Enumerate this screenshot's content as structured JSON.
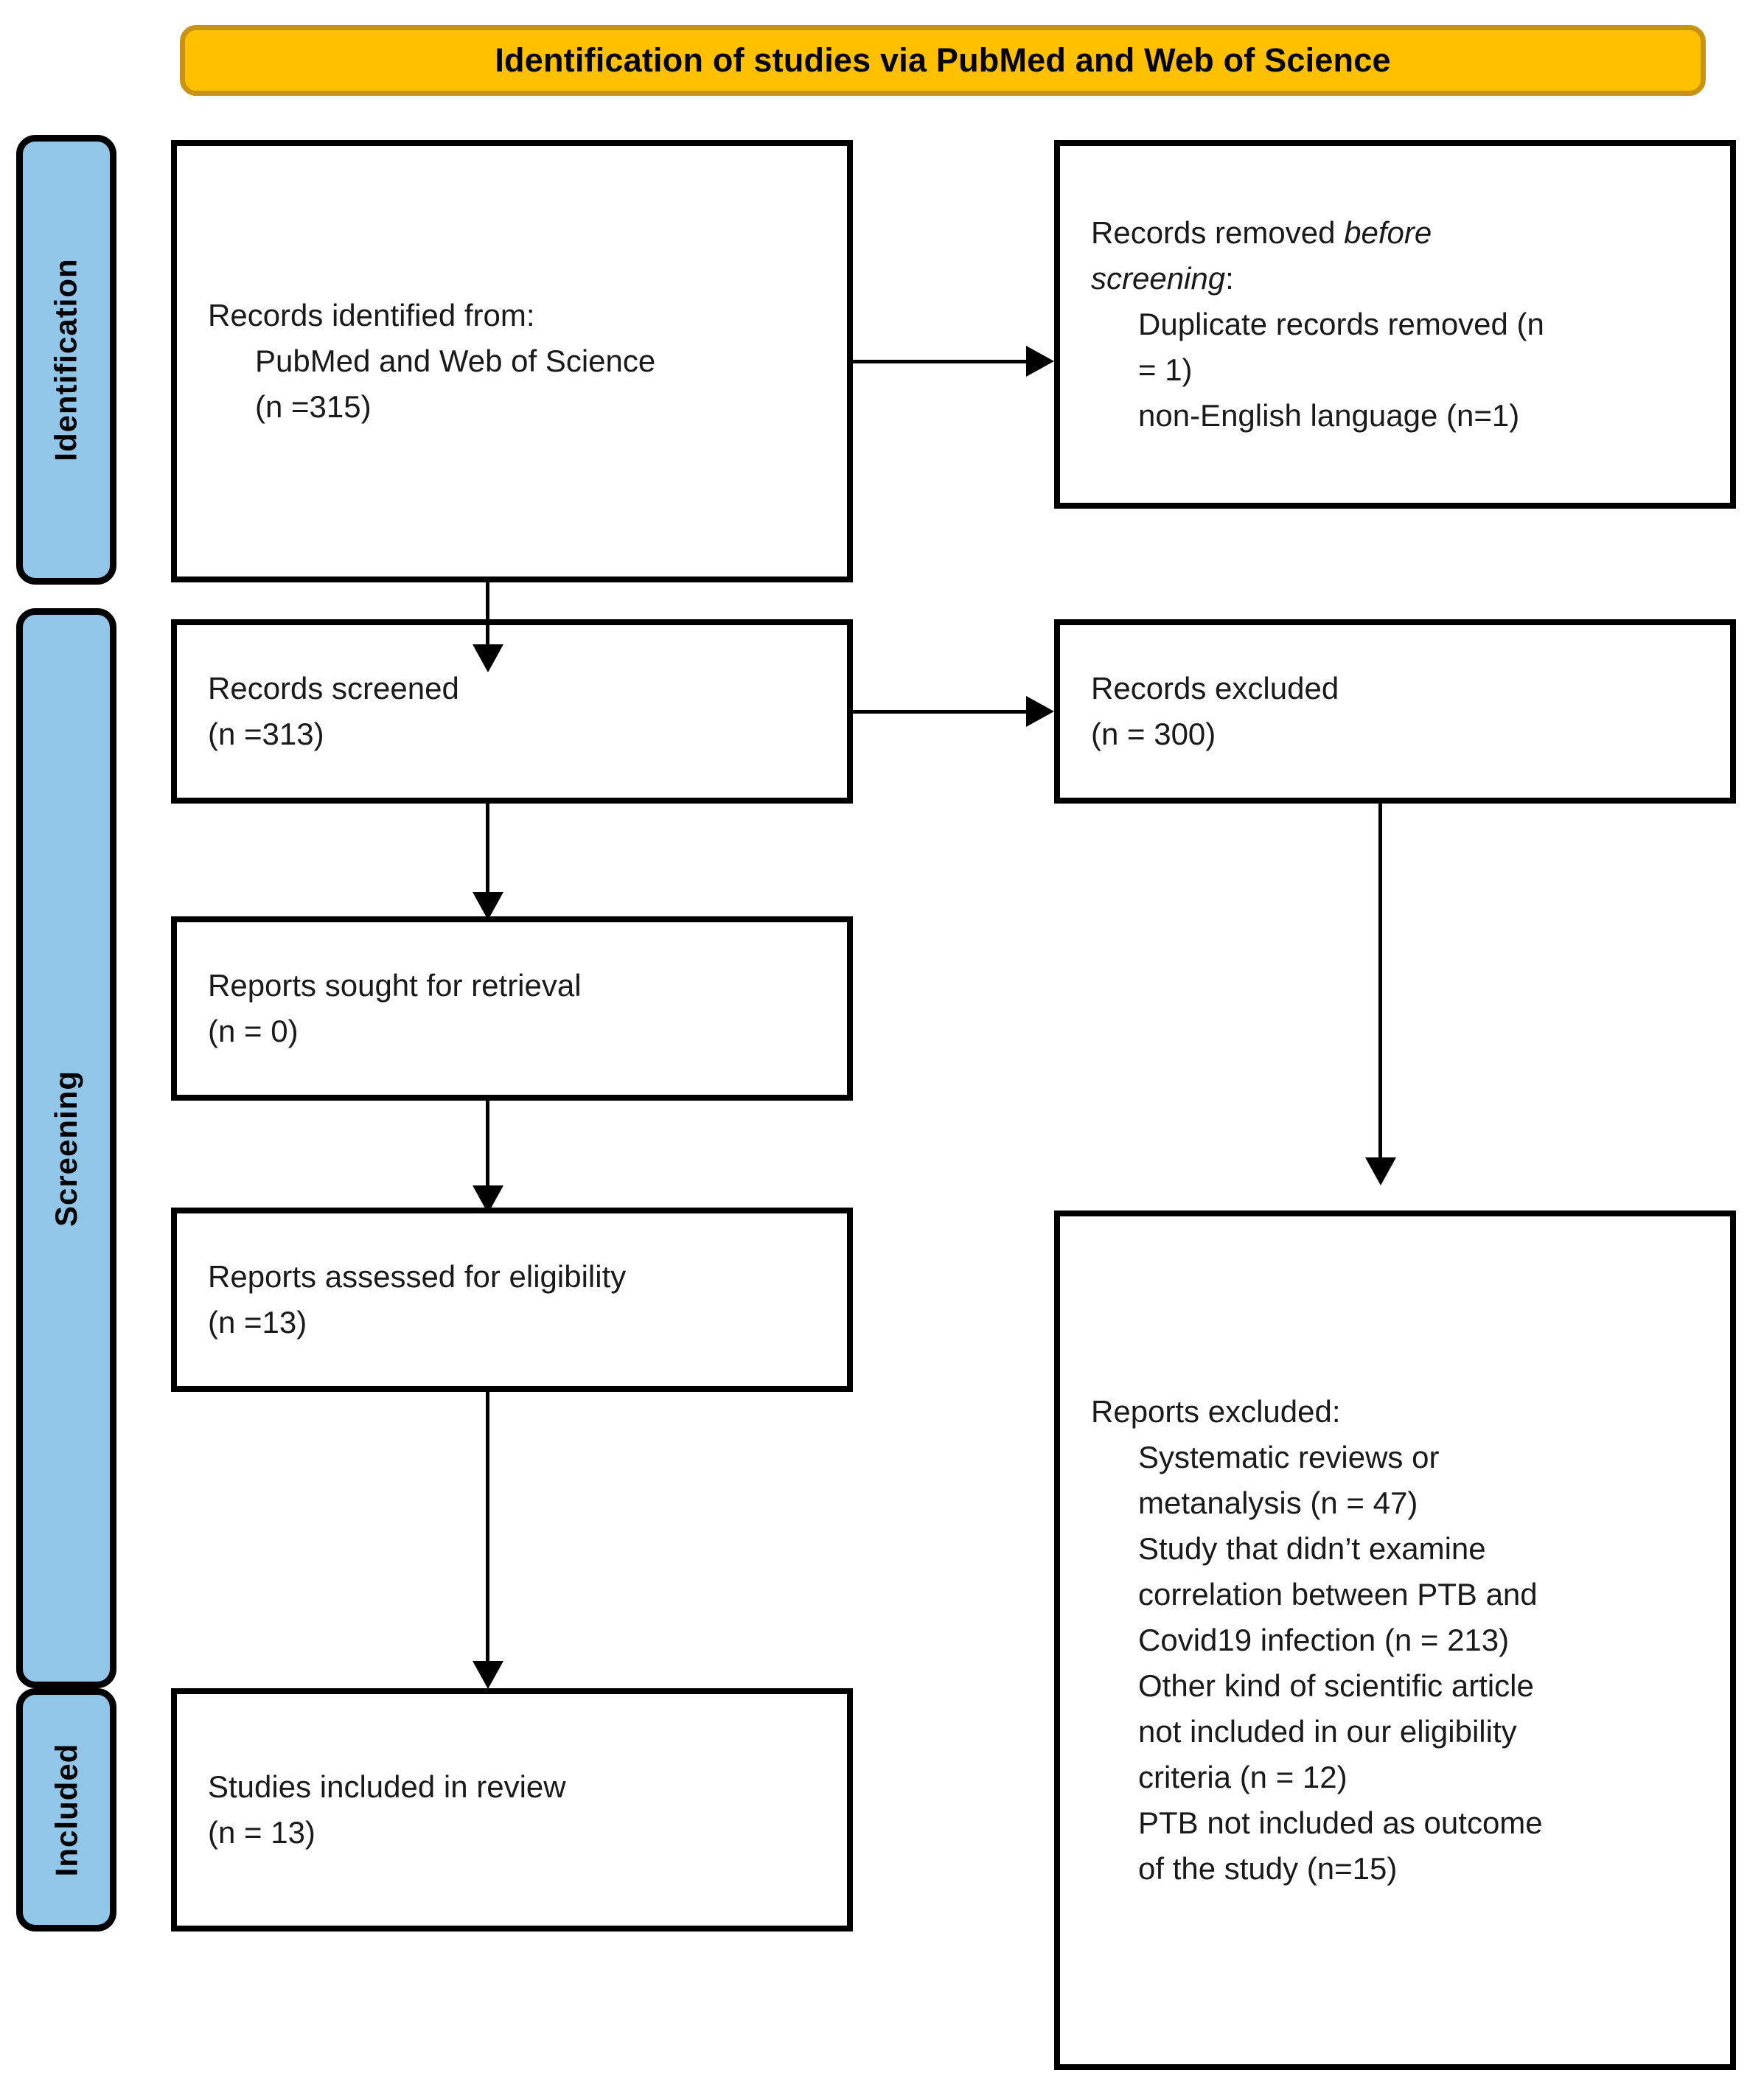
{
  "diagram": {
    "type": "PRISMA flow diagram",
    "banner": {
      "title": "Identification of studies via PubMed and Web of Science",
      "fill_color": "#FFC000",
      "border_color": "#C89214"
    },
    "stages": [
      {
        "id": "identification",
        "label": "Identification",
        "fill_color": "#92C6E8"
      },
      {
        "id": "screening",
        "label": "Screening",
        "fill_color": "#92C6E8"
      },
      {
        "id": "included",
        "label": "Included",
        "fill_color": "#92C6E8"
      }
    ],
    "boxes": {
      "records_identified": {
        "line1": "Records identified from:",
        "line2": "PubMed and Web of Science",
        "line3": "(n =315)"
      },
      "records_removed": {
        "line1_plain": "Records removed ",
        "line1_italic": "before",
        "line2_italic": "screening",
        "line2_plain": ":",
        "line3": "Duplicate records removed (n",
        "line4": "= 1)",
        "line5": "non-English language (n=1)"
      },
      "records_screened": {
        "line1": "Records screened",
        "line2": "(n =313)"
      },
      "records_excluded": {
        "line1": "Records excluded",
        "line2": "(n = 300)"
      },
      "reports_sought": {
        "line1": "Reports sought for retrieval",
        "line2": "(n = 0)"
      },
      "reports_assessed": {
        "line1": "Reports assessed for eligibility",
        "line2": "(n =13)"
      },
      "reports_excluded": {
        "line1": "Reports excluded:",
        "line2": "Systematic reviews or",
        "line3": "metanalysis (n = 47)",
        "line4": "Study that didn’t examine",
        "line5": "correlation between PTB and",
        "line6": "Covid19 infection (n = 213)",
        "line7": "Other kind of scientific article",
        "line8": "not included in our eligibility",
        "line9": "criteria (n = 12)",
        "line10": "PTB not included as outcome",
        "line11": "of the study (n=15)"
      },
      "studies_included": {
        "line1": "Studies included in review",
        "line2": "(n = 13)"
      }
    }
  }
}
